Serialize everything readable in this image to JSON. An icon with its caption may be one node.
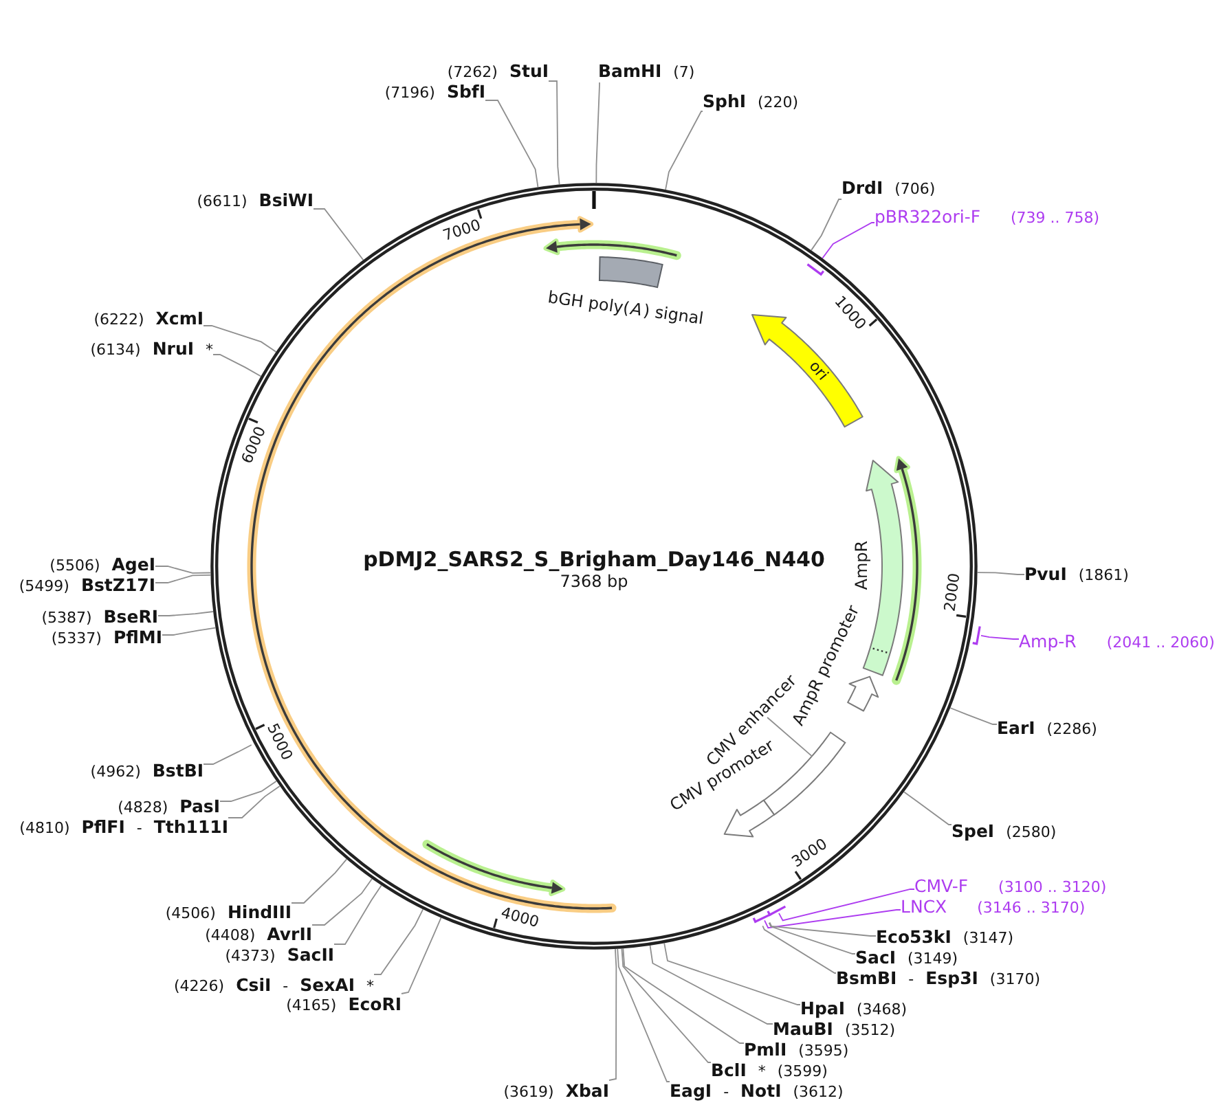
{
  "diagram": {
    "title": "pDMJ2_SARS2_S_Brigham_Day146_N440",
    "nodes": [
      {
        "text": [
          "**BamHI** (7)"
        ]
      },
      {
        "text": [
          "**SphI** (220)"
        ]
      },
      {
        "text": [
          "**DrdI** (706)"
        ]
      },
      {
        "text": [
          "pBR322ori-F",
          "(739 .. 758)"
        ]
      },
      {
        "text": [
          "**PvuI** (1861)"
        ]
      },
      {
        "text": [
          "Amp-R",
          "(2041 .. 2060)"
        ]
      },
      {
        "text": [
          "**EarI** (2286)"
        ]
      },
      {
        "text": [
          "**SpeI** (2580)"
        ]
      },
      {
        "text": [
          "CMV-F",
          "(3100 .. 3120)"
        ]
      },
      {
        "text": [
          "LNCX",
          "(3146 .. 3170)"
        ]
      },
      {
        "text": [
          "**Eco53kI** (3147)"
        ]
      },
      {
        "text": [
          "**SacI** (3149)"
        ]
      },
      {
        "text": [
          "**BsmBI** - **Esp3I** (3170)"
        ]
      },
      {
        "text": [
          "**HpaI** (3468)"
        ]
      },
      {
        "text": [
          "**MauBI** (3512)"
        ]
      },
      {
        "text": [
          "**PmlI** (3595)"
        ]
      },
      {
        "text": [
          "**BclI** * (3599)"
        ]
      },
      {
        "text": [
          "**EagI** - **NotI** (3612)"
        ]
      },
      {
        "text": [
          "(3619) **XbaI**"
        ]
      },
      {
        "text": [
          "(4165) **EcoRI**"
        ]
      },
      {
        "text": [
          "(4226) **CsiI** - **SexAI** *"
        ]
      },
      {
        "text": [
          "(4373) **SacII**"
        ]
      },
      {
        "text": [
          "(4408) **AvrII**"
        ]
      },
      {
        "text": [
          "(4506) **HindIII**"
        ]
      },
      {
        "text": [
          "(4810) **PflFI** - **Tth111I**"
        ]
      },
      {
        "text": [
          "(4828) **PasI**"
        ]
      },
      {
        "text": [
          "(4962) **BstBI**"
        ]
      },
      {
        "text": [
          "(5337) **PflMI**"
        ]
      },
      {
        "text": [
          "(5387) **BseRI**"
        ]
      },
      {
        "text": [
          "(5499) **BstZ17I**"
        ]
      },
      {
        "text": [
          "(5506) **AgeI**"
        ]
      },
      {
        "text": [
          "(6134) **NruI** *"
        ]
      },
      {
        "text": [
          "(6222) **XcmI**"
        ]
      },
      {
        "text": [
          "(6611) **BsiWI**"
        ]
      },
      {
        "text": [
          "(7196) **SbfI**"
        ]
      },
      {
        "text": [
          "(7262) **StuI**"
        ]
      },
      {
        "text": [
          "bGH poly(*A*) signal"
        ]
      },
      {
        "text": [
          "ori"
        ]
      },
      {
        "text": [
          "AmpR"
        ]
      },
      {
        "text": [
          "AmpR promoter"
        ]
      },
      {
        "text": [
          "CMV enhancer"
        ]
      },
      {
        "text": [
          "CMV promoter"
        ]
      }
    ],
    "edges": [
      {
        "from": 0,
        "to": null,
        "arrow": "none"
      },
      {
        "from": 1,
        "to": null,
        "arrow": "none"
      },
      {
        "from": 2,
        "to": null,
        "arrow": "none"
      },
      {
        "from": 3,
        "to": null,
        "arrow": "none",
        "color": "#ad3cf0"
      },
      {
        "from": 4,
        "to": null,
        "arrow": "none"
      },
      {
        "from": 5,
        "to": null,
        "arrow": "none",
        "color": "#ad3cf0"
      },
      {
        "from": 6,
        "to": null,
        "arrow": "none"
      },
      {
        "from": 7,
        "to": null,
        "arrow": "none"
      },
      {
        "from": 8,
        "to": null,
        "arrow": "none",
        "color": "#ad3cf0"
      },
      {
        "from": 9,
        "to": null,
        "arrow": "none",
        "color": "#ad3cf0"
      },
      {
        "from": 10,
        "to": null,
        "arrow": "none"
      },
      {
        "from": 11,
        "to": null,
        "arrow": "none"
      },
      {
        "from": 12,
        "to": null,
        "arrow": "none"
      },
      {
        "from": 13,
        "to": null,
        "arrow": "none"
      },
      {
        "from": 14,
        "to": null,
        "arrow": "none"
      },
      {
        "from": 15,
        "to": null,
        "arrow": "none"
      },
      {
        "from": 16,
        "to": null,
        "arrow": "none"
      },
      {
        "from": 17,
        "to": null,
        "arrow": "none"
      },
      {
        "from": 18,
        "to": null,
        "arrow": "none"
      },
      {
        "from": 19,
        "to": null,
        "arrow": "none"
      },
      {
        "from": 20,
        "to": null,
        "arrow": "none"
      },
      {
        "from": 21,
        "to": null,
        "arrow": "none"
      },
      {
        "from": 22,
        "to": null,
        "arrow": "none"
      },
      {
        "from": 23,
        "to": null,
        "arrow": "none"
      },
      {
        "from": 24,
        "to": null,
        "arrow": "none"
      },
      {
        "from": 25,
        "to": null,
        "arrow": "none"
      },
      {
        "from": 26,
        "to": null,
        "arrow": "none"
      },
      {
        "from": 27,
        "to": null,
        "arrow": "none"
      },
      {
        "from": 28,
        "to": null,
        "arrow": "none"
      },
      {
        "from": 29,
        "to": null,
        "arrow": "none"
      },
      {
        "from": 30,
        "to": null,
        "arrow": "none"
      },
      {
        "from": 31,
        "to": null,
        "arrow": "none"
      },
      {
        "from": 32,
        "to": null,
        "arrow": "none"
      },
      {
        "from": 33,
        "to": null,
        "arrow": "none"
      },
      {
        "from": 34,
        "to": null,
        "arrow": "none"
      },
      {
        "from": 35,
        "to": null,
        "arrow": "none"
      }
    ],
    "labels": [
      "7368 bp",
      "1000",
      "2000",
      "3000",
      "4000",
      "5000",
      "6000",
      "7000"
    ]
  }
}
